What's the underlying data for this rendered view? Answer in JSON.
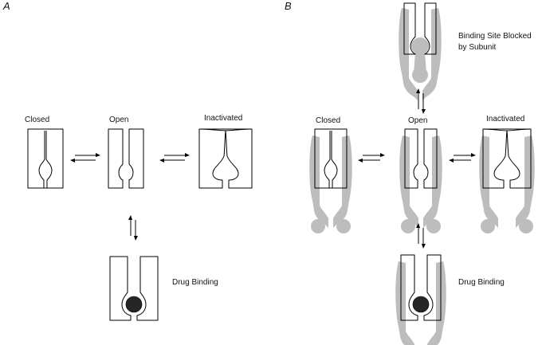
{
  "panels": {
    "a": {
      "letter": "A",
      "closed": "Closed",
      "open": "Open",
      "inactivated": "Inactivated",
      "drug_binding": "Drug Binding"
    },
    "b": {
      "letter": "B",
      "closed": "Closed",
      "open": "Open",
      "inactivated": "Inactivated",
      "drug_binding": "Drug Binding",
      "blocked": "Binding Site Blocked",
      "blocked_line2": "by Subunit"
    }
  },
  "colors": {
    "subunit": "#bdbdbd",
    "drug": "#262626",
    "outline": "#000000"
  }
}
